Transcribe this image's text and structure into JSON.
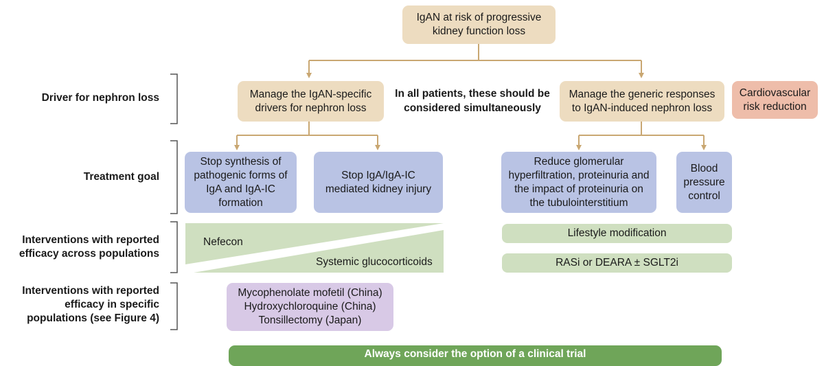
{
  "colors": {
    "tan": "#eddcc0",
    "blue": "#b9c3e4",
    "green": "#cfdfc0",
    "purple": "#d8c9e6",
    "salmon": "#eebdaa",
    "banner": "#6fa559",
    "connector": "#c9a772"
  },
  "top_box": "IgAN at risk of progressive kidney function loss",
  "row_labels": {
    "driver": "Driver for nephron loss",
    "goal": "Treatment goal",
    "interventions_across": "Interventions with reported efficacy across populations",
    "interventions_specific": "Interventions with reported efficacy in specific populations (see Figure 4)"
  },
  "drivers": {
    "specific": "Manage the IgAN-specific drivers for nephron loss",
    "generic": "Manage the generic responses to IgAN-induced nephron loss",
    "cardiovascular": "Cardiovascular risk reduction"
  },
  "center_note": "In all patients, these should be considered simultaneously",
  "goals": {
    "stop_synthesis": "Stop synthesis of pathogenic forms of IgA and IgA-IC formation",
    "stop_injury": "Stop IgA/IgA-IC mediated kidney injury",
    "reduce_hyperfiltration": "Reduce glomerular hyperfiltration, proteinuria and the impact of proteinuria on the tubulointerstitium",
    "bp_control": "Blood pressure control"
  },
  "interventions_across": {
    "nefecon": "Nefecon",
    "glucocorticoids": "Systemic glucocorticoids",
    "lifestyle": "Lifestyle modification",
    "rasi": "RASi or DEARA ± SGLT2i"
  },
  "interventions_specific": {
    "items": [
      "Mycophenolate mofetil (China)",
      "Hydroxychloroquine (China)",
      "Tonsillectomy (Japan)"
    ]
  },
  "banner": "Always consider the option of a clinical trial"
}
